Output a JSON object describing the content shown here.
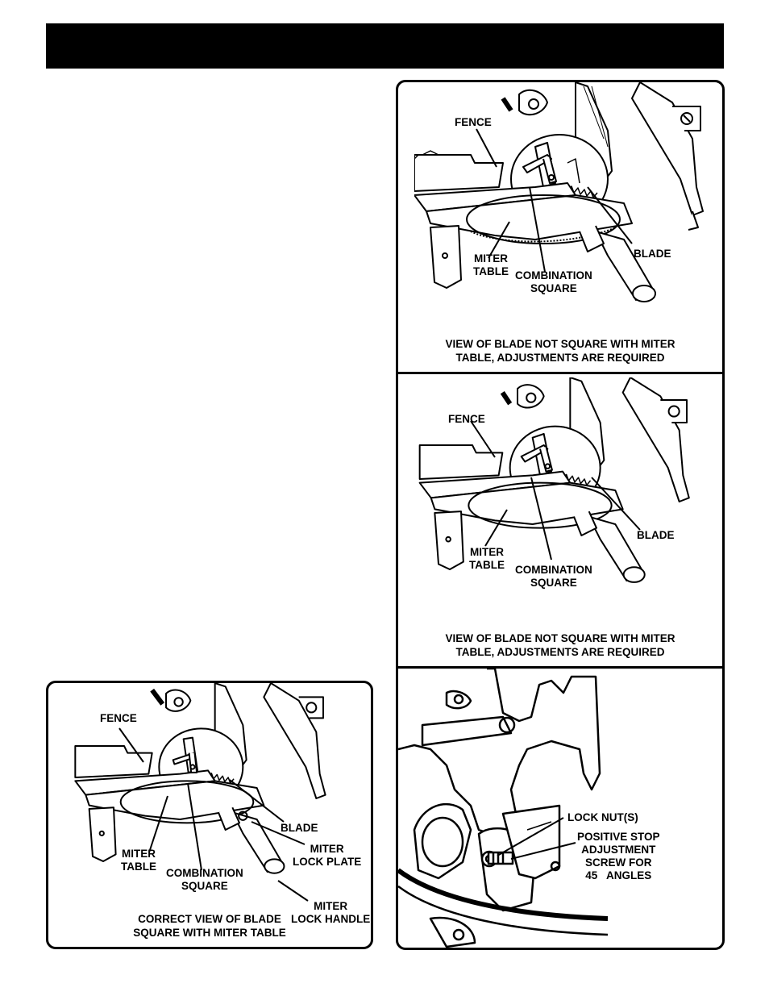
{
  "header": {
    "title": ""
  },
  "figure_a": {
    "labels": {
      "fence": "FENCE",
      "miter_table": "MITER\nTABLE",
      "combination_square": "COMBINATION\nSQUARE",
      "blade": "BLADE"
    },
    "caption": "VIEW OF BLADE NOT SQUARE WITH MITER\nTABLE, ADJUSTMENTS ARE REQUIRED"
  },
  "figure_b": {
    "labels": {
      "fence": "FENCE",
      "miter_table": "MITER\nTABLE",
      "combination_square": "COMBINATION\nSQUARE",
      "blade": "BLADE"
    },
    "caption": "VIEW OF BLADE NOT SQUARE WITH MITER\nTABLE, ADJUSTMENTS ARE REQUIRED"
  },
  "figure_c": {
    "labels": {
      "lock_nut": "LOCK NUT(S)",
      "positive_stop": "POSITIVE STOP\nADJUSTMENT\nSCREW FOR\n45   ANGLES"
    }
  },
  "figure_d": {
    "labels": {
      "fence": "FENCE",
      "blade": "BLADE",
      "miter_lock_plate": "MITER\nLOCK PLATE",
      "miter_table": "MITER\nTABLE",
      "combination_square": "COMBINATION\nSQUARE",
      "miter_lock_handle": "MITER\nLOCK HANDLE"
    },
    "caption": "CORRECT VIEW OF BLADE\nSQUARE WITH MITER TABLE"
  }
}
